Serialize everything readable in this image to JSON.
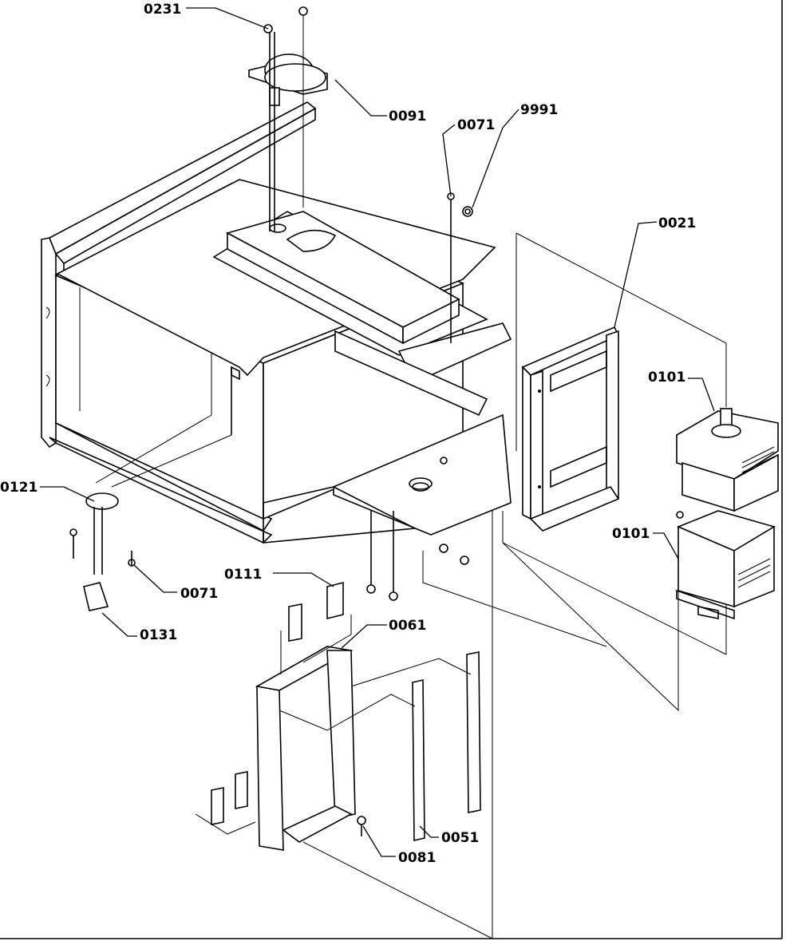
{
  "labels": {
    "l0231": "0231",
    "l0091": "0091",
    "l0071a": "0071",
    "l9991": "9991",
    "l0021": "0021",
    "l0101a": "0101",
    "l0101b": "0101",
    "l0121": "0121",
    "l0071b": "0071",
    "l0111": "0111",
    "l0131": "0131",
    "l0061": "0061",
    "l0051": "0051",
    "l0081": "0081"
  }
}
